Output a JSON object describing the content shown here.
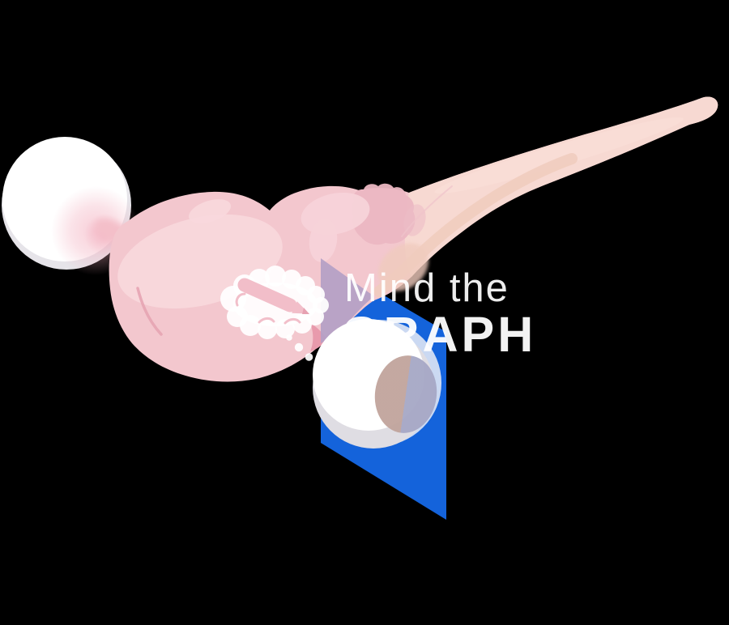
{
  "watermark": {
    "brand_line1": "Mind the",
    "brand_line2": "GRAPH",
    "logo": "brain-with-pencil-icon"
  },
  "illustration": {
    "subject": "brain-with-eyeballs-and-blue-panel",
    "elements": [
      "left-eyeball",
      "brain-body",
      "cerebellum-lobe",
      "spinal-cord",
      "center-eyeball",
      "blue-panel"
    ]
  },
  "palette": {
    "background": "#000000",
    "brain_pink": "#F3C7CE",
    "brain_highlight": "#F8D8DD",
    "lobe_highlight": "#F7D3D9",
    "tail_pink": "#F7D9D2",
    "tail_highlight": "#F9DED7",
    "underside_peach": "#F0CBBD",
    "cerebellum_rose": "#EBB7C2",
    "crease_rose": "#E5A4B3",
    "wedge_rose": "#E795A8",
    "panel_blue": "#1463DB",
    "panel_tint_lavender": "#B4A0C6",
    "eye_white": "#FFFFFF",
    "eye_shadow_gray": "#DFDDE3",
    "eye_rim_gray": "#E6E4E9",
    "eye_tint_blue": "#CBD9F2",
    "iris_tan": "#C1A59D",
    "iris_gray": "#A7A8C6",
    "blush_pink": "#F3AEBE",
    "pencil_cutout_pink": "#F2BEC9",
    "pencil_tip_dark": "#E6A2B2",
    "watermark_white": "#FFFFFF"
  }
}
